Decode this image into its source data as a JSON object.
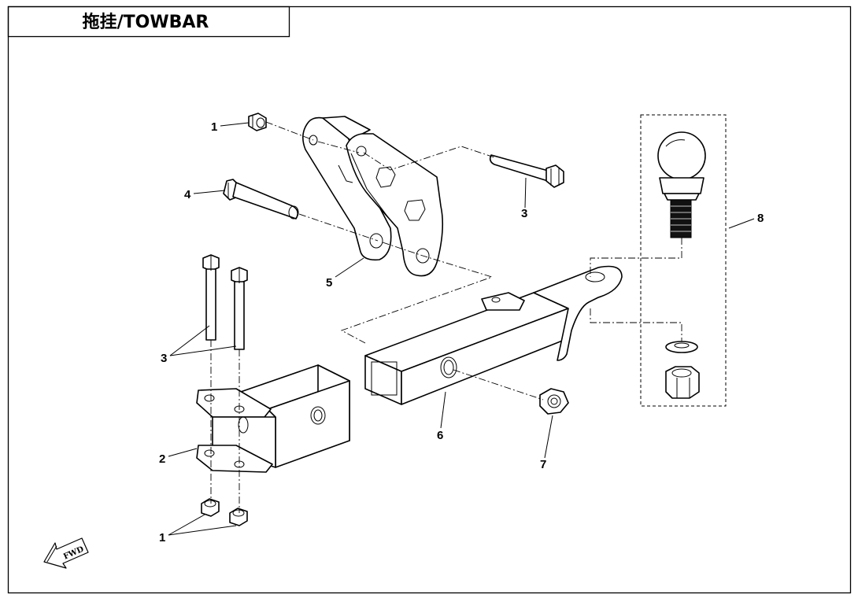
{
  "title": "拖挂/TOWBAR",
  "direction_label": "FWD",
  "callouts": [
    {
      "id": "c1-top",
      "text": "1"
    },
    {
      "id": "c4",
      "text": "4"
    },
    {
      "id": "c3-top",
      "text": "3"
    },
    {
      "id": "c8",
      "text": "8"
    },
    {
      "id": "c5",
      "text": "5"
    },
    {
      "id": "c3-left",
      "text": "3"
    },
    {
      "id": "c6",
      "text": "6"
    },
    {
      "id": "c2",
      "text": "2"
    },
    {
      "id": "c7",
      "text": "7"
    },
    {
      "id": "c1-bottom",
      "text": "1"
    }
  ]
}
